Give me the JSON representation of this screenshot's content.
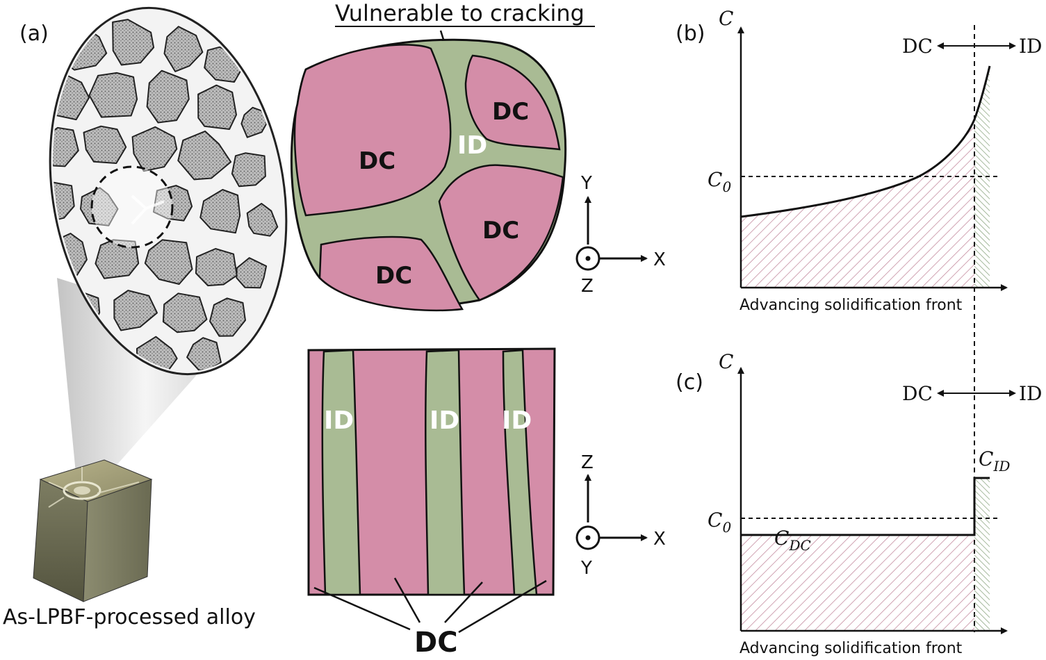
{
  "panel_labels": {
    "a": "(a)",
    "b": "(b)",
    "c": "(c)"
  },
  "alloy_caption": "As-LPBF-processed alloy",
  "vulnerable_label": "Vulnerable to cracking",
  "cross_section_top": {
    "region_labels": [
      "DC",
      "DC",
      "DC",
      "DC",
      "ID"
    ],
    "axes": {
      "vertical": "Y",
      "horizontal": "X",
      "out_of_plane": "Z"
    }
  },
  "cross_section_side": {
    "id_labels": [
      "ID",
      "ID",
      "ID"
    ],
    "dc_label": "DC",
    "axes": {
      "vertical": "Z",
      "horizontal": "X",
      "out_of_plane": "Y"
    }
  },
  "plot_b": {
    "y_axis_label": "C",
    "c0_label": "C",
    "c0_subscript": "0",
    "x_axis_label": "Advancing solidification front",
    "left_region": "DC",
    "right_region": "ID"
  },
  "plot_c": {
    "y_axis_label": "C",
    "c0_label": "C",
    "c0_subscript": "0",
    "cdc_label": "C",
    "cdc_subscript": "DC",
    "cid_label": "C",
    "cid_subscript": "ID",
    "x_axis_label": "Advancing solidification front",
    "left_region": "DC",
    "right_region": "ID"
  },
  "colors": {
    "dc_pink": "#d48da8",
    "id_green": "#a9bb94",
    "hatch_pink": "#c58ca0",
    "hatch_green": "#8fa884",
    "grain_gray": "#9a9a9a"
  }
}
